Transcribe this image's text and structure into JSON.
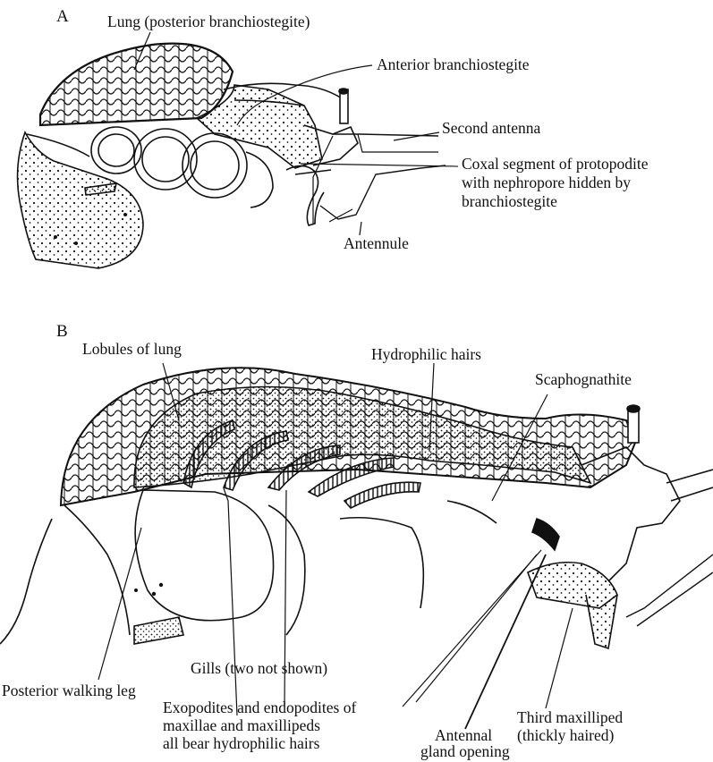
{
  "panels": {
    "a": {
      "letter": "A",
      "labels": {
        "lung": "Lung (posterior branchiostegite)",
        "anterior_branchiostegite": "Anterior branchiostegite",
        "second_antenna": "Second antenna",
        "coxal_line1": "Coxal segment of protopodite",
        "coxal_line2": "with nephropore hidden by",
        "coxal_line3": "branchiostegite",
        "antennule": "Antennule"
      }
    },
    "b": {
      "letter": "B",
      "labels": {
        "lobules": "Lobules of lung",
        "hydrophilic_hairs": "Hydrophilic hairs",
        "scaphognathite": "Scaphognathite",
        "gills": "Gills (two not shown)",
        "posterior_leg": "Posterior walking leg",
        "exo_line1": "Exopodites and endopodites of",
        "exo_line2": "maxillae and maxillipeds",
        "exo_line3": "all bear hydrophilic hairs",
        "third_max_line1": "Third maxilliped",
        "third_max_line2": "(thickly haired)",
        "antennal_line1": "Antennal",
        "antennal_line2": "gland opening"
      }
    }
  },
  "colors": {
    "ink": "#111111",
    "paper": "#ffffff"
  }
}
